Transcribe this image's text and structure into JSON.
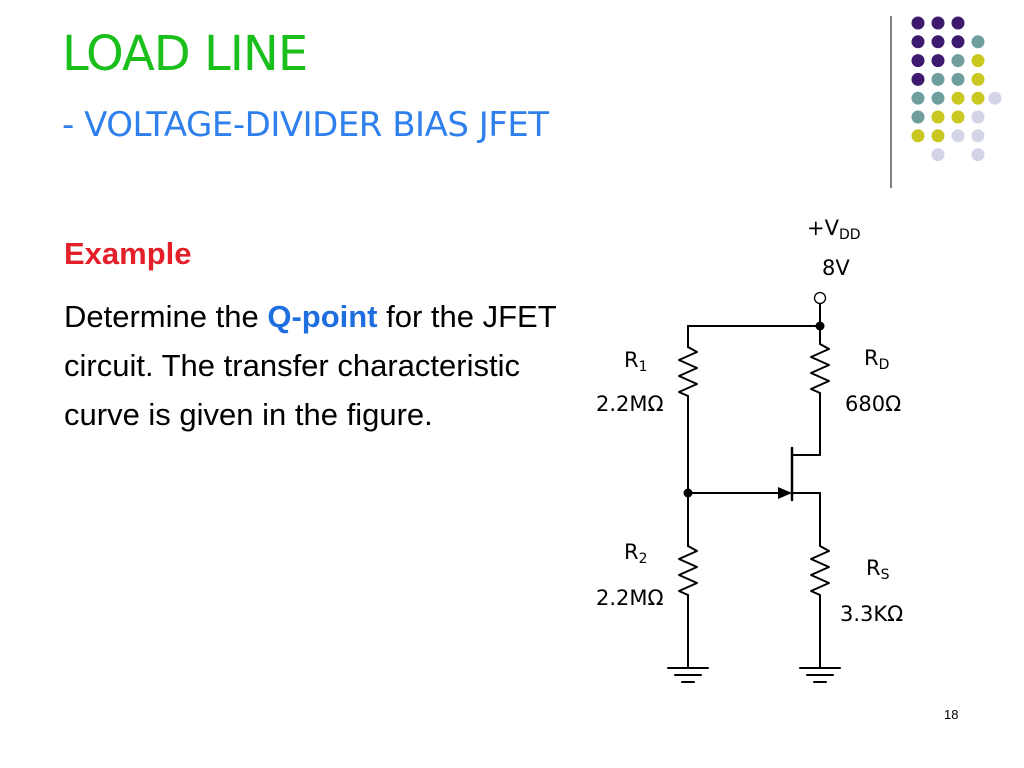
{
  "slide": {
    "title": "LOAD LINE",
    "subtitle": "- VOLTAGE-DIVIDER BIAS JFET",
    "example_heading": "Example",
    "body_before": "Determine the ",
    "body_highlight": "Q-point",
    "body_after": " for the JFET circuit. The transfer characteristic curve is given in the figure.",
    "page_number": "18"
  },
  "circuit": {
    "vdd_label": "+V",
    "vdd_sub": "DD",
    "vdd_value": "8V",
    "r1_label": "R",
    "r1_sub": "1",
    "r1_value": "2.2MΩ",
    "r2_label": "R",
    "r2_sub": "2",
    "r2_value": "2.2MΩ",
    "rd_label": "R",
    "rd_sub": "D",
    "rd_value": "680Ω",
    "rs_label": "R",
    "rs_sub": "S",
    "rs_value": "3.3KΩ"
  },
  "colors": {
    "title": "#1bbf1b",
    "subtitle": "#2f80ed",
    "example": "#e3202a",
    "highlight": "#1f6fe0",
    "dot_purple": "#3d1a6e",
    "dot_teal": "#6e9e9e",
    "dot_yellow": "#c8c820",
    "dot_lavender": "#d4d4e8"
  }
}
